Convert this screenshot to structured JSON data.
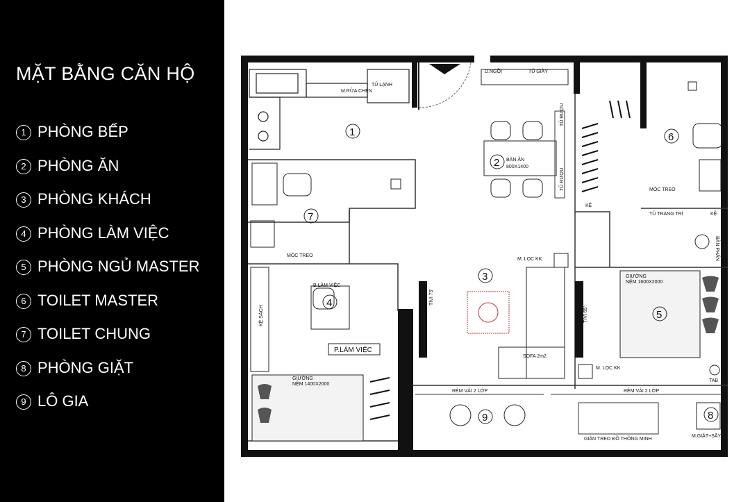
{
  "legend": {
    "title": "MẶT BẰNG CĂN HỘ",
    "items": [
      {
        "num": "1",
        "label": "PHÒNG BẾP"
      },
      {
        "num": "2",
        "label": "PHÒNG ĂN"
      },
      {
        "num": "3",
        "label": "PHÒNG KHÁCH"
      },
      {
        "num": "4",
        "label": "PHÒNG LÀM VIỆC"
      },
      {
        "num": "5",
        "label": "PHÒNG NGỦ MASTER"
      },
      {
        "num": "6",
        "label": "TOILET MASTER"
      },
      {
        "num": "7",
        "label": "TOILET CHUNG"
      },
      {
        "num": "8",
        "label": "PHÒNG GIẶT"
      },
      {
        "num": "9",
        "label": "LÔ GIA"
      }
    ]
  },
  "plan": {
    "room_numbers": [
      "1",
      "2",
      "3",
      "4",
      "5",
      "6",
      "7",
      "8",
      "9"
    ],
    "labels": {
      "tu_lanh": "TỦ LẠNH",
      "may_rua_chen": "M.RỬA CHÉN",
      "d_ngoi": "D.NGỒI",
      "tu_giay": "TỦ GIÀY",
      "tu_ruou_1": "TỦ RƯỢU",
      "tu_ruou_2": "TỦ RƯỢU",
      "ban_an": "BÀN ĂN",
      "ban_an_size": "800X1400",
      "ke_1": "KỆ",
      "ke_2": "KỆ",
      "moc_treo_1": "MÓC TREO",
      "moc_treo_2": "MÓC TREO",
      "tu_trang_tri": "TỦ TRANG TRÍ",
      "ban_phan": "BÀN PHẤN",
      "may_loc_1": "M. LỌC KK",
      "may_loc_2": "M. LỌC KK",
      "ban_lam_viec": "B.LÀM VIỆC",
      "ke_sach": "KỆ SÁCH",
      "p_lam_viec": "P.LÀM VIỆC",
      "tivi_75": "TIVI 75'",
      "tivi_65": "TIVI 65'",
      "sofa": "SOFA 2m2",
      "giuong_master": "GIƯỜNG",
      "nem_master": "NỆM 1600X2000",
      "giuong_2": "GIƯỜNG",
      "nem_2": "NỆM 1400X2000",
      "tab": "TAB",
      "rem_1": "RÈM VẢI 2 LỚP",
      "rem_2": "RÈM VẢI 2 LỚP",
      "gian_treo": "GIÀN TREO ĐỒ THÔNG MINH",
      "may_giat": "M.GIẶT+SẤY"
    }
  }
}
